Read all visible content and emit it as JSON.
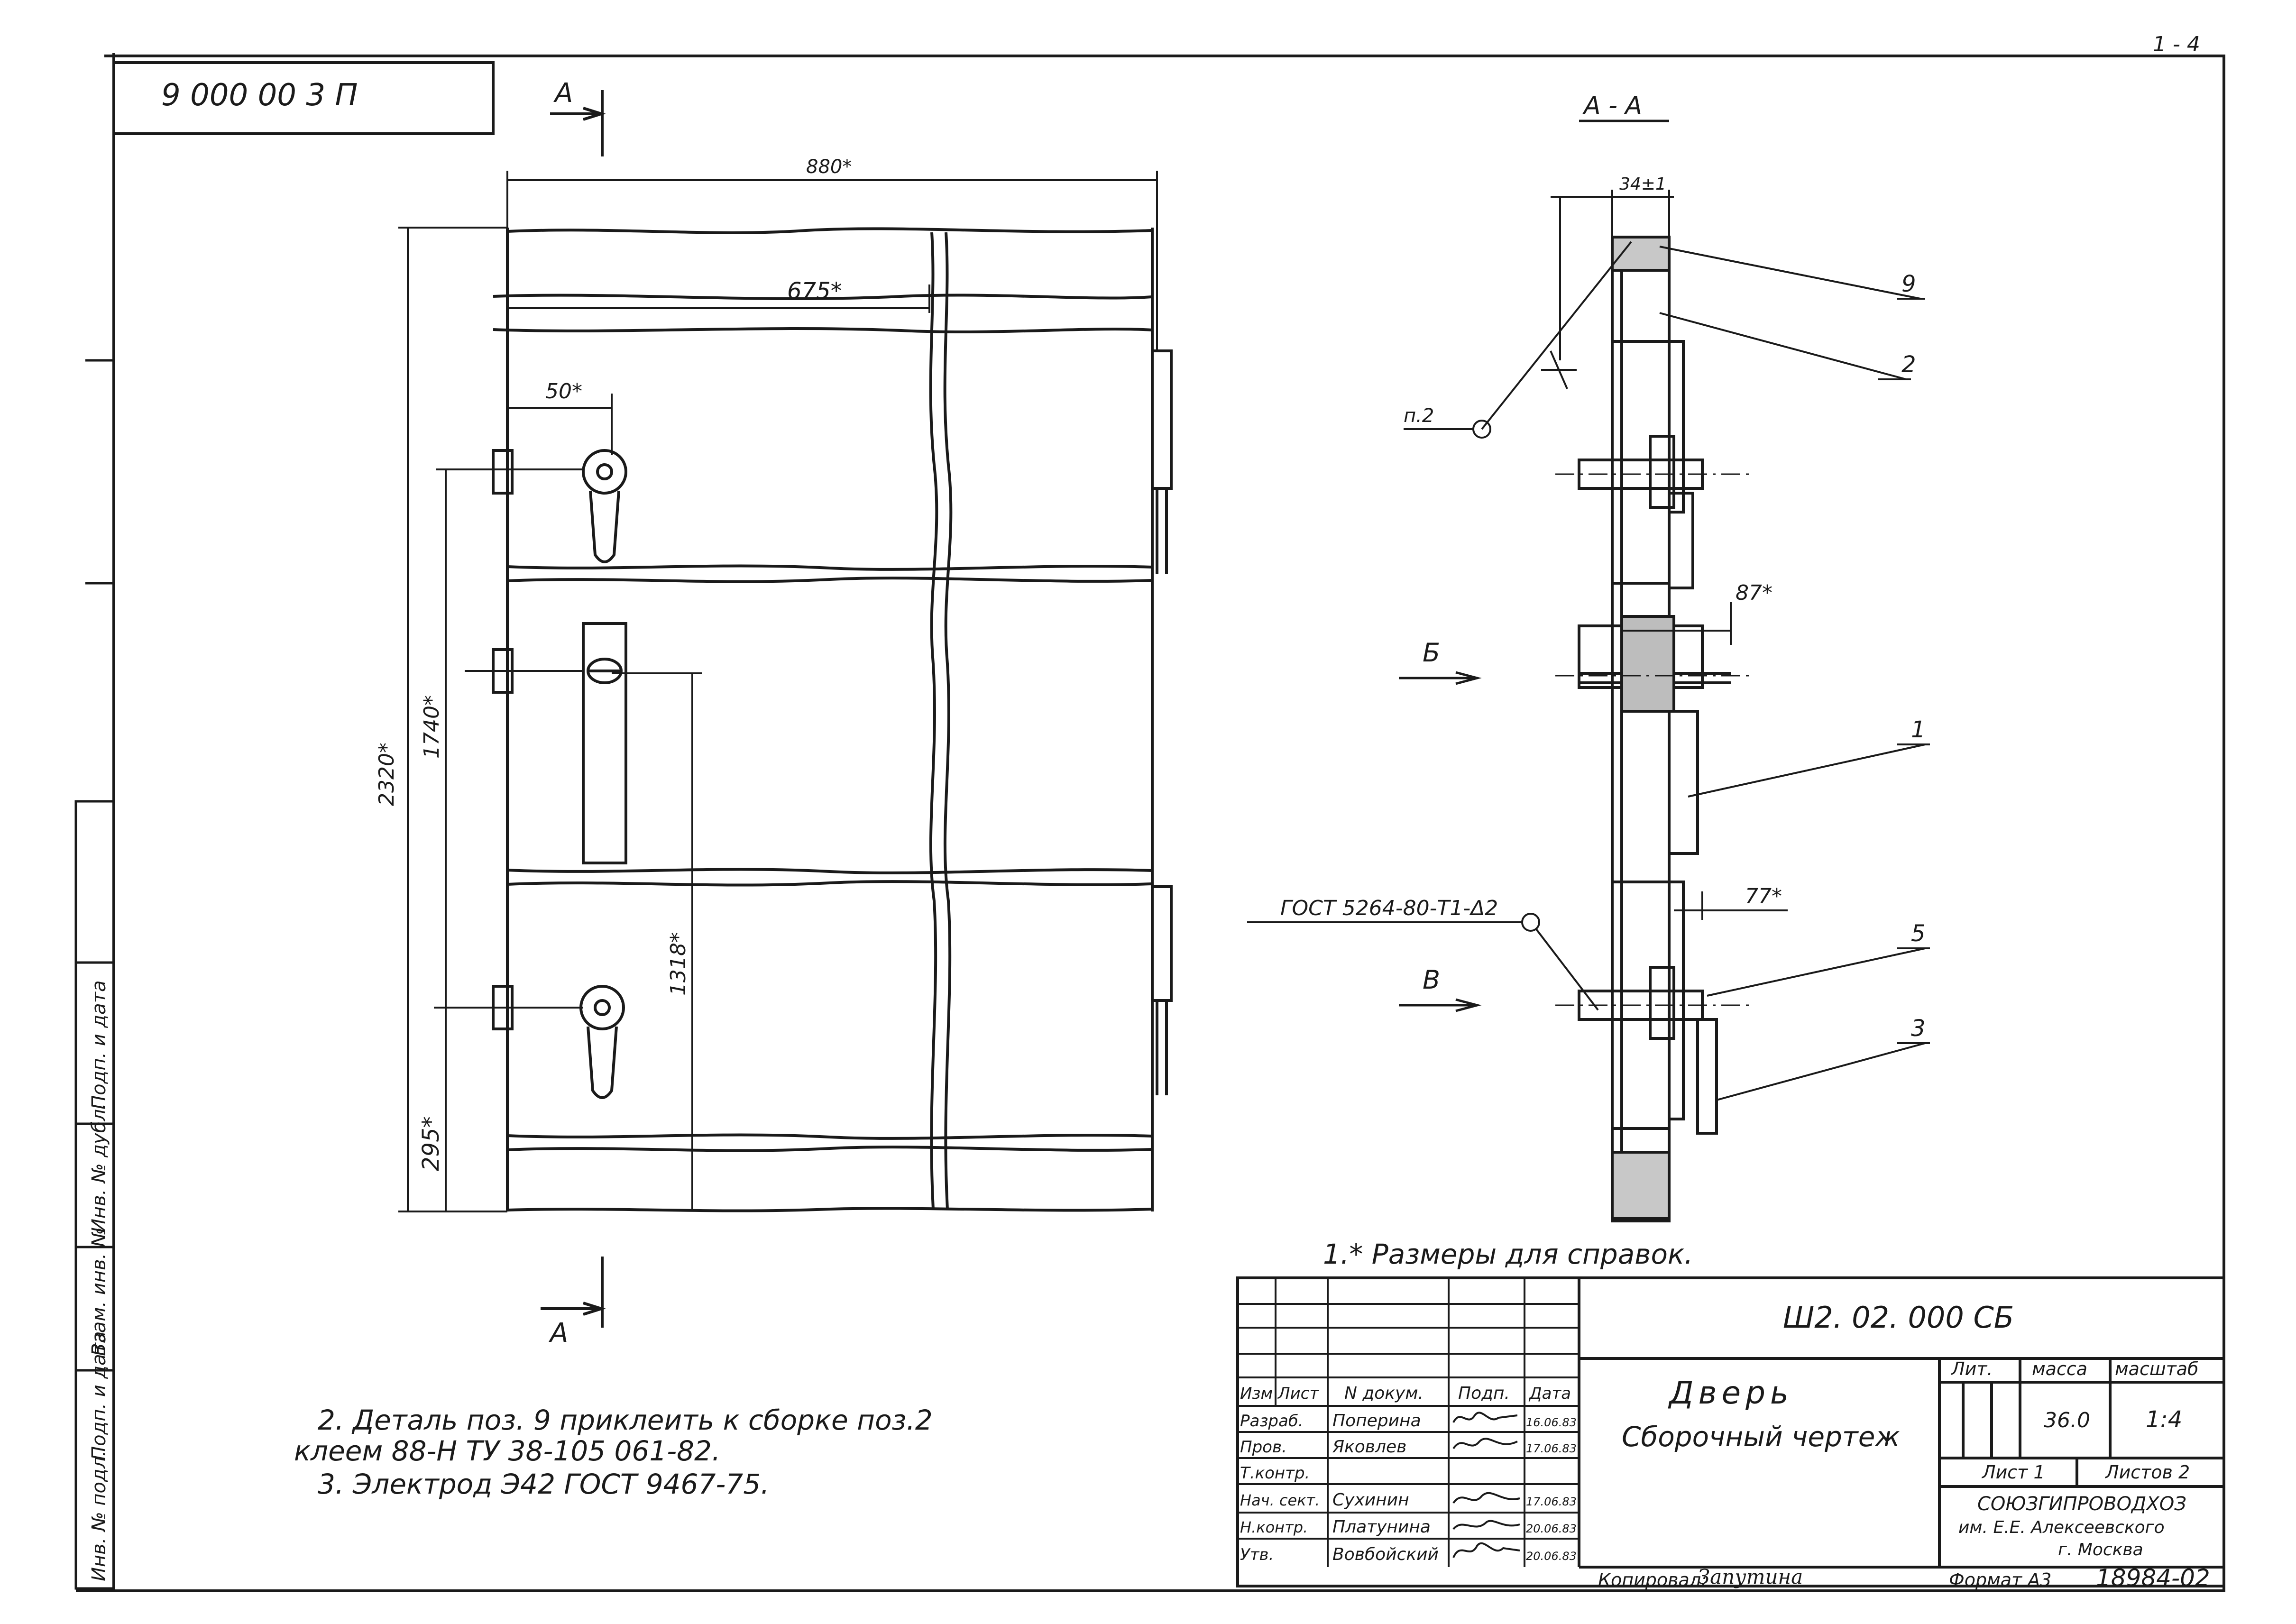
{
  "sheet": {
    "sheet_number": "1 - 4",
    "stamp_top_left": "9 000 00 3 П",
    "section_mark": "А",
    "section_title": "А - А",
    "view_b": "Б",
    "view_v": "В"
  },
  "front_view": {
    "dims": {
      "overall_width": "880*",
      "inner_width": "675*",
      "handle_offset": "50*",
      "overall_height": "2320*",
      "dim_1740": "1740*",
      "dim_1318": "1318*",
      "dim_295": "295*"
    }
  },
  "section_view": {
    "dim_top": "34±1",
    "dim_87": "87*",
    "dim_77": "77*",
    "weld_gost": "ГОСТ 5264-80-Т1-Δ2",
    "weld_ref": "п.2",
    "callouts": [
      "9",
      "2",
      "1",
      "5",
      "3"
    ]
  },
  "notes": {
    "note1": "1.* Размеры для справок.",
    "note2a": "2. Деталь поз. 9 приклеить к сборке поз.2",
    "note2b": "клеем 88-Н      ТУ 38-105 061-82.",
    "note3": "3. Электрод  Э42  ГОСТ 9467-75."
  },
  "left_strip": {
    "labels": [
      "Инв. № подл.",
      "Подп. и дата",
      "Взам. инв. №",
      "Инв. № дубл.",
      "Подп. и дата"
    ]
  },
  "title_block": {
    "designation": "Ш2. 02. 000 СБ",
    "name_line1": "Дверь",
    "name_line2": "Сборочный чертеж",
    "headers": {
      "izm": "Изм",
      "list": "Лист",
      "ndokum": "N докум.",
      "podp": "Подп.",
      "data": "Дата"
    },
    "rows": [
      {
        "role": "Разраб.",
        "name": "Поперина",
        "date": "16.06.83"
      },
      {
        "role": "Пров.",
        "name": "Яковлев",
        "date": "17.06.83"
      },
      {
        "role": "Т.контр.",
        "name": "",
        "date": ""
      },
      {
        "role": "Нач. сект.",
        "name": "Сухинин",
        "date": "17.06.83"
      },
      {
        "role": "Н.контр.",
        "name": "Платунина",
        "date": "20.06.83"
      },
      {
        "role": "Утв.",
        "name": "Вовбойский",
        "date": "20.06.83"
      }
    ],
    "lit_label": "Лит.",
    "mass_label": "масса",
    "scale_label": "масштаб",
    "mass_value": "36.0",
    "scale_value": "1:4",
    "sheet_label": "Лист 1",
    "sheets_label": "Листов 2",
    "org_line1": "СОЮЗГИПРОВОДХОЗ",
    "org_line2": "им. Е.Е. Алексеевского",
    "org_line3": "г. Москва",
    "copied_label": "Копировал:",
    "copied_by": "Запутина",
    "format_label": "Формат А3",
    "archive_number": "18984-02"
  }
}
